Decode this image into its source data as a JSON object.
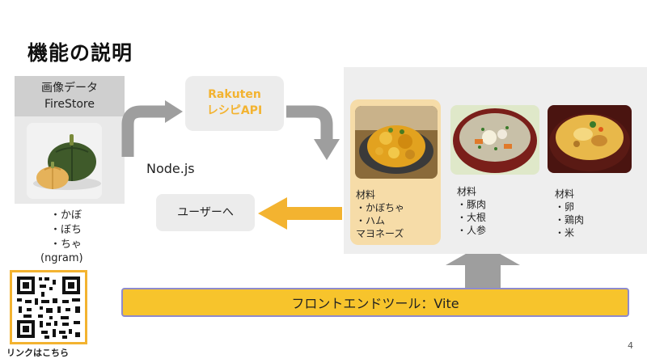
{
  "slide": {
    "title": "機能の説明",
    "page_number": "4"
  },
  "firestore": {
    "line1": "画像データ",
    "line2": "FireStore",
    "tokens": [
      "・かぼ",
      "・ぼち",
      "・ちゃ"
    ],
    "ngram_label": "(ngram)"
  },
  "qr": {
    "label": "リンクはこちら"
  },
  "api": {
    "line1": "Rakuten",
    "line2": "レシピAPI"
  },
  "flow": {
    "nodejs_label": "Node.js",
    "to_user_label": "ユーザーへ"
  },
  "recipes": [
    {
      "heading": "材料",
      "items": [
        "・かぼちゃ",
        "・ハム",
        "マヨネーズ"
      ]
    },
    {
      "heading": "材料",
      "items": [
        "・豚肉",
        "・大根",
        "・人参"
      ]
    },
    {
      "heading": "材料",
      "items": [
        "・卵",
        "・鶏肉",
        "・米"
      ]
    }
  ],
  "frontend": {
    "label": "フロントエンドツール：Vite"
  },
  "colors": {
    "accent": "#f3b330",
    "arrow_gray": "#9e9e9e",
    "bar_yellow": "#f7c42c",
    "bar_border": "#8e8acc"
  }
}
